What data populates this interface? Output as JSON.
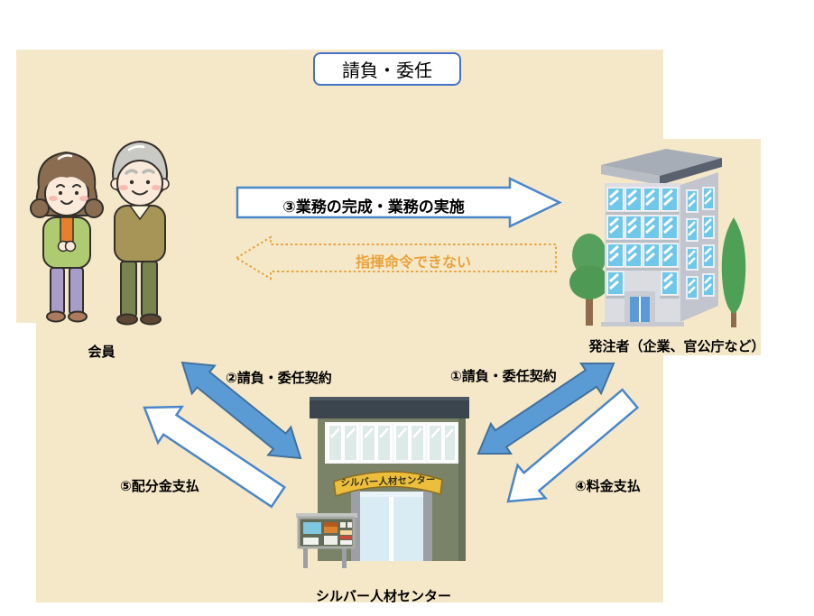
{
  "title": {
    "label": "請負・委任"
  },
  "entities": {
    "member": {
      "label": "会員"
    },
    "orderer": {
      "label": "発注者（企業、官公庁など）"
    },
    "center": {
      "label": "シルバー人材センター",
      "sign_text": "シルバー人材センター"
    }
  },
  "arrows": {
    "work_completion": {
      "label": "③業務の完成・業務の実施",
      "from": "member",
      "to": "orderer",
      "style": "white-block-arrow"
    },
    "no_command": {
      "label": "指揮命令できない",
      "from": "orderer",
      "to": "member",
      "style": "orange-dotted-arrow"
    },
    "contract_orderer": {
      "label": "①請負・委任契約",
      "between": "orderer-center",
      "style": "blue-double-arrow"
    },
    "contract_member": {
      "label": "②請負・委任契約",
      "between": "center-member",
      "style": "blue-double-arrow"
    },
    "fee_payment": {
      "label": "④料金支払",
      "from": "orderer",
      "to": "center",
      "style": "white-block-arrow"
    },
    "distribution_payment": {
      "label": "⑤配分金支払",
      "from": "center",
      "to": "member",
      "style": "white-block-arrow"
    }
  },
  "colors": {
    "panel_bg": "#F5E8C8",
    "blue_arrow_fill": "#5B9BD5",
    "blue_arrow_outline": "#41719C",
    "white_arrow_outline": "#4A86C8",
    "title_border": "#4472C4",
    "orange": "#E8A23C"
  }
}
